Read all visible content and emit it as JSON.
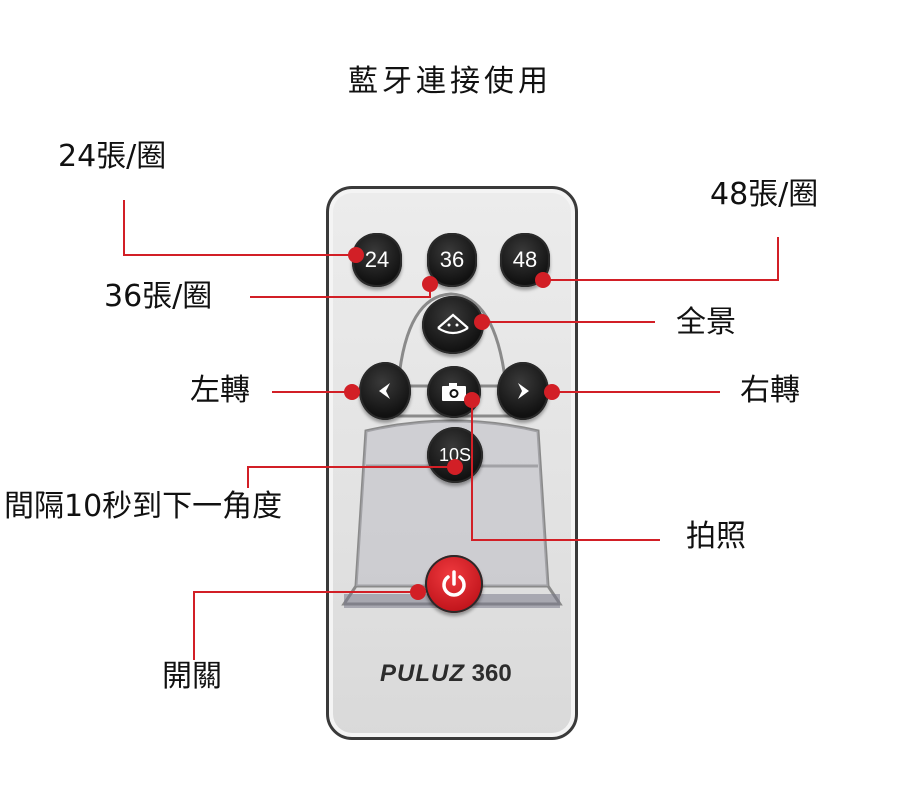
{
  "title": "藍牙連接使用",
  "labels": {
    "shots_24": "24張/圈",
    "shots_36": "36張/圈",
    "shots_48": "48張/圈",
    "panorama": "全景",
    "turn_left": "左轉",
    "turn_right": "右轉",
    "interval": "間隔10秒到下一角度",
    "photo": "拍照",
    "power": "開關"
  },
  "remote": {
    "buttons": {
      "b24": "24",
      "b36": "36",
      "b48": "48",
      "timer": "10S"
    },
    "brand": {
      "logo": "PULUZ",
      "model": "360"
    }
  },
  "colors": {
    "accent": "#d21f26",
    "button": "#111111",
    "body": "#e4e4e4",
    "outline": "#3a3a3a"
  },
  "icons": [
    "panorama-icon",
    "arrow-left-icon",
    "camera-icon",
    "arrow-right-icon",
    "power-icon"
  ]
}
